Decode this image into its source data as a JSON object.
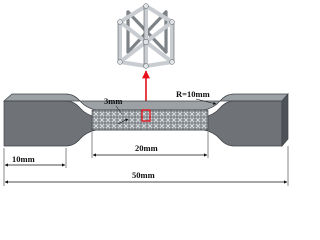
{
  "labels": {
    "lattice_wall": "3mm",
    "fillet_radius": "R=10mm",
    "grip_length": "10mm",
    "gauge_length": "20mm",
    "total_length": "50mm"
  },
  "colors": {
    "specimen_fill": "#6f7378",
    "specimen_top_face": "#9ca1a6",
    "specimen_edge": "#3f4246",
    "lattice_strut_light": "#c9cdd1",
    "lattice_strut_dark": "#7d8287",
    "highlight_marker": "#e8101a",
    "dimension_line": "#111111"
  },
  "icons": {
    "unit_cell": "lattice-unit-cell-icon",
    "callout": "arrow-up-icon"
  }
}
